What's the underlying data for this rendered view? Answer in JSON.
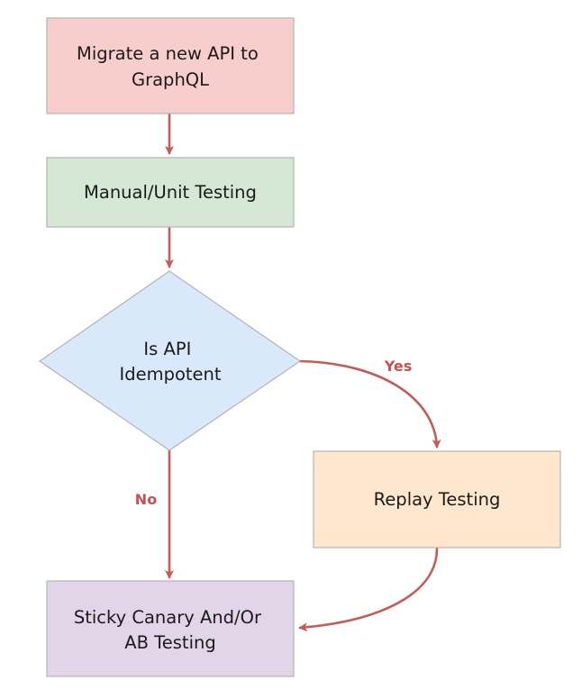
{
  "nodes": {
    "migrate": {
      "lines": [
        "Migrate a new API to",
        "GraphQL"
      ],
      "fill": "#f8cecc"
    },
    "manual": {
      "lines": [
        "Manual/Unit Testing"
      ],
      "fill": "#d5e8d4"
    },
    "decision": {
      "lines": [
        "Is API",
        "Idempotent"
      ],
      "fill": "#dae8fc"
    },
    "replay": {
      "lines": [
        "Replay Testing"
      ],
      "fill": "#ffe6cc"
    },
    "canary": {
      "lines": [
        "Sticky Canary And/Or",
        "AB Testing"
      ],
      "fill": "#e1d5e7"
    }
  },
  "edges": {
    "yes_label": "Yes",
    "no_label": "No"
  },
  "colors": {
    "edge": "#c65a57",
    "edge_label": "#c9504e",
    "border": "#b3b3b3"
  }
}
